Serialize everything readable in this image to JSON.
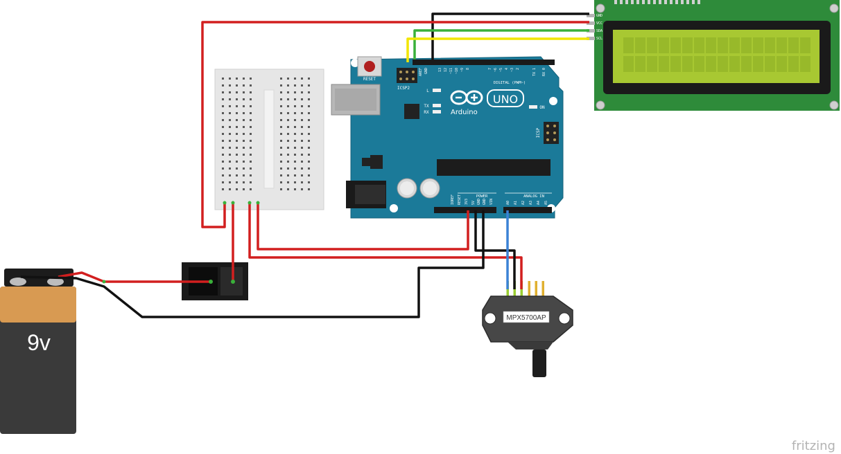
{
  "battery": {
    "label": "9v"
  },
  "sensor": {
    "label": "MPX5700AP"
  },
  "arduino": {
    "reset_label": "RESET",
    "icsp2_label": "ICSP2",
    "icsp_label": "ICSP",
    "brand": "Arduino",
    "model": "UNO",
    "digital_label": "DIGITAL (PWM~)",
    "power_label": "POWER",
    "analog_label": "ANALOG IN",
    "on_label": "ON",
    "l_label": "L",
    "tx_label": "TX",
    "rx_label": "RX",
    "top_pins": [
      "AREF",
      "GND",
      "13",
      "12",
      "~11",
      "~10",
      "~9",
      "8",
      "7",
      "~6",
      "~5",
      "4",
      "~3",
      "2",
      "TX 1",
      "RX 0"
    ],
    "power_pins": [
      "IOREF",
      "RESET",
      "3V3",
      "5V",
      "GND",
      "GND",
      "VIN"
    ],
    "analog_pins": [
      "A0",
      "A1",
      "A2",
      "A3",
      "A4",
      "A5"
    ]
  },
  "lcd": {
    "pins": [
      "GND",
      "VCC",
      "SDA",
      "SCL"
    ]
  },
  "watermark": "fritzing",
  "colors": {
    "wire_red": "#d21f1f",
    "wire_black": "#111111",
    "wire_green": "#3ab03a",
    "wire_yellow": "#f2e600",
    "wire_blue": "#3b82d6",
    "arduino_board": "#1b7a99",
    "lcd_pcb": "#2e8b3a",
    "lcd_screen": "#a8c832",
    "battery_top": "#d89a52",
    "battery_body": "#3a3a3a"
  }
}
